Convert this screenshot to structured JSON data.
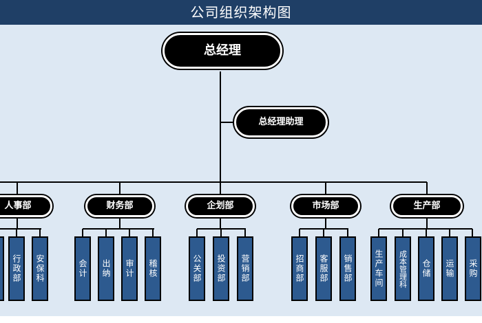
{
  "title": "公司组织架构图",
  "ceo": "总经理",
  "assistant": "总经理助理",
  "departments": [
    {
      "name": "人事部",
      "subs": [
        "行政部",
        "安保科"
      ]
    },
    {
      "name": "财务部",
      "subs": [
        "会计",
        "出纳",
        "审计",
        "稽核"
      ]
    },
    {
      "name": "企划部",
      "subs": [
        "公关部",
        "投资部",
        "营销部"
      ]
    },
    {
      "name": "市场部",
      "subs": [
        "招商部",
        "客服部",
        "销售部"
      ]
    },
    {
      "name": "生产部",
      "subs": [
        "生产车间",
        "成本管理科",
        "仓储",
        "运输",
        "采购"
      ]
    }
  ],
  "colors": {
    "header": "#1f3f66",
    "background": "#dde8f3",
    "node": "#000000",
    "subunit": "#2d5a8f"
  }
}
